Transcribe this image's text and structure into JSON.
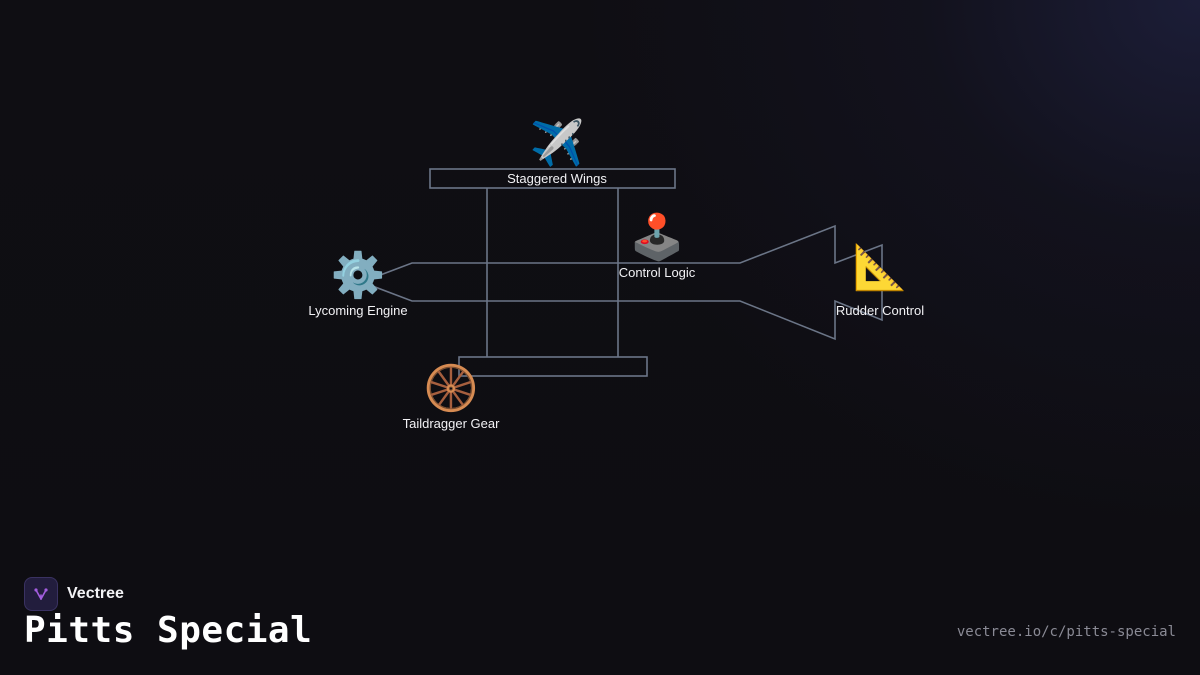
{
  "brand": {
    "name": "Vectree",
    "logo_icon": "vectree-logo-icon"
  },
  "title": "Pitts Special",
  "url": "vectree.io/c/pitts-special",
  "colors": {
    "background": "#0f0e13",
    "line": "#6b7587",
    "text": "#f2f2f5",
    "muted": "#8a8a95",
    "accent": "#a45ee0"
  },
  "nodes": {
    "wings": {
      "label": "Staggered Wings",
      "icon": "airplane-icon",
      "glyph": "✈️"
    },
    "control": {
      "label": "Control Logic",
      "icon": "joystick-icon",
      "glyph": "🕹️"
    },
    "engine": {
      "label": "Lycoming Engine",
      "icon": "gear-icon",
      "glyph": "⚙️"
    },
    "rudder": {
      "label": "Rudder Control",
      "icon": "triangular-ruler-icon",
      "glyph": "📐"
    },
    "gear": {
      "label": "Taildragger Gear",
      "icon": "wheel-icon",
      "glyph": "🛞"
    }
  }
}
